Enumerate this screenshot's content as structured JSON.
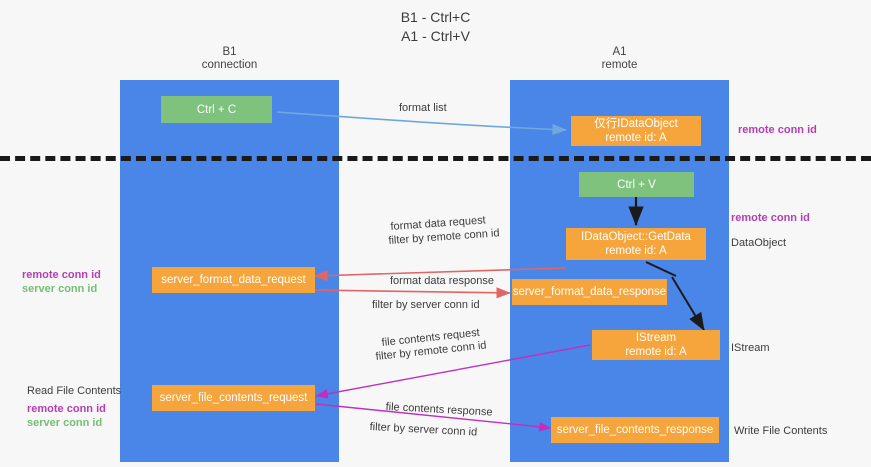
{
  "title": {
    "line1": "B1 - Ctrl+C",
    "line2": "A1 - Ctrl+V"
  },
  "lanes": [
    {
      "id": "b1",
      "name": "B1",
      "role": "connection",
      "color": "#4a86e8"
    },
    {
      "id": "a1",
      "name": "A1",
      "role": "remote",
      "color": "#4a86e8"
    }
  ],
  "colors": {
    "lane": "#4a86e8",
    "orange_node": "#f6a43c",
    "green_node": "#7ec27e",
    "remote_conn_id": "#b33fb3",
    "server_conn_id": "#74bf74",
    "arrow_blue": "#6fa8dc",
    "arrow_red": "#e06666",
    "arrow_magenta": "#c030c0",
    "arrow_black": "#1a1a1a",
    "divider": "#1a1a1a"
  },
  "nodes": {
    "ctrl_c": "Ctrl + C",
    "ctrl_v": "Ctrl + V",
    "idataobject_title": "仅行IDataObject",
    "idataobject_sub": "remote id: A",
    "getdata_title": "IDataObject::GetData",
    "getdata_sub": "remote id: A",
    "istream_title": "IStream",
    "istream_sub": "remote id: A",
    "server_format_data_request": "server_format_data_request",
    "server_format_data_response": "server_format_data_response",
    "server_file_contents_request": "server_file_contents_request",
    "server_file_contents_response": "server_file_contents_response"
  },
  "edge_labels": {
    "format_list": "format list",
    "format_data_request": "format data request",
    "format_data_request_filter_prefix": "filter by ",
    "format_data_request_filter_key": "remote conn id",
    "format_data_response": "format data response",
    "format_data_response_filter_prefix": "filter by ",
    "format_data_response_filter_key": "server conn id",
    "file_contents_request": "file contents request",
    "file_contents_request_filter_prefix": "filter by ",
    "file_contents_request_filter_key": "remote conn id",
    "file_contents_response": "file contents response",
    "file_contents_response_filter_prefix": "filter by ",
    "file_contents_response_filter_key": "server conn id"
  },
  "side_labels": {
    "right_remote_conn_id_top": "remote conn id",
    "right_remote_conn_id_mid": "remote conn id",
    "right_dataobject": "DataObject",
    "right_istream": "IStream",
    "right_write_file_contents": "Write File Contents",
    "left_remote_conn_id_mid": "remote conn id",
    "left_server_conn_id_mid": "server conn id",
    "left_read_file_contents": "Read File Contents",
    "left_remote_conn_id_bottom": "remote conn id",
    "left_server_conn_id_bottom": "server conn id"
  }
}
